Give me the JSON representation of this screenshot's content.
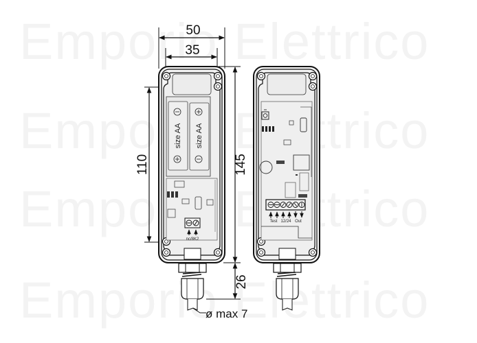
{
  "watermark": {
    "lines": [
      "Emporio Elettrico",
      "Emporio Elettrico",
      "Emporio Elettrico",
      "Emporio Elettrico"
    ]
  },
  "dimensions": {
    "overall_width": "50",
    "inner_width": "35",
    "inner_height": "110",
    "overall_height": "145",
    "gland_length": "26",
    "cable_diameter": "ø max 7"
  },
  "left_view": {
    "battery_labels": [
      "size AA",
      "size AA"
    ],
    "terminal_label": "nc/8K2"
  },
  "right_view": {
    "terminal_labels": {
      "test": "Test",
      "supply": "12/24",
      "out": "Out"
    }
  },
  "colors": {
    "line": "#1a1a1a",
    "body_fill": "#f2f2f2",
    "board_fill": "#ededed",
    "watermark": "#f3f3f3"
  }
}
